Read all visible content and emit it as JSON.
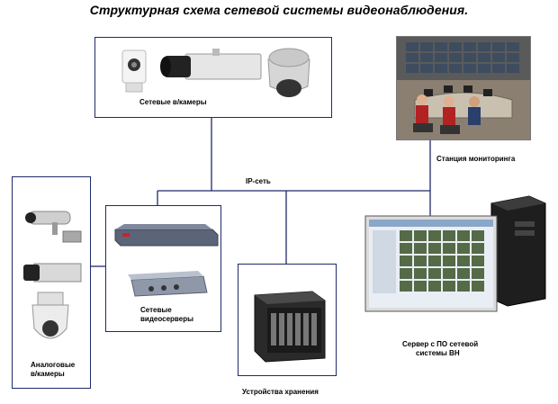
{
  "title": "Структурная схема сетевой системы видеонаблюдения.",
  "network_label": "IP-сеть",
  "nodes": {
    "network_cameras": "Сетевые в/камеры",
    "monitoring_station": "Станция мониторинга",
    "analog_cameras_line1": "Аналоговые",
    "analog_cameras_line2": "в/камеры",
    "video_servers_line1": "Сетевые",
    "video_servers_line2": "видеосерверы",
    "storage": "Устройства хранения",
    "server_line1": "Сервер с ПО сетевой",
    "server_line2": "системы ВН"
  },
  "colors": {
    "lines": "#1f2a6b",
    "box_border": "#1f2a6b"
  }
}
